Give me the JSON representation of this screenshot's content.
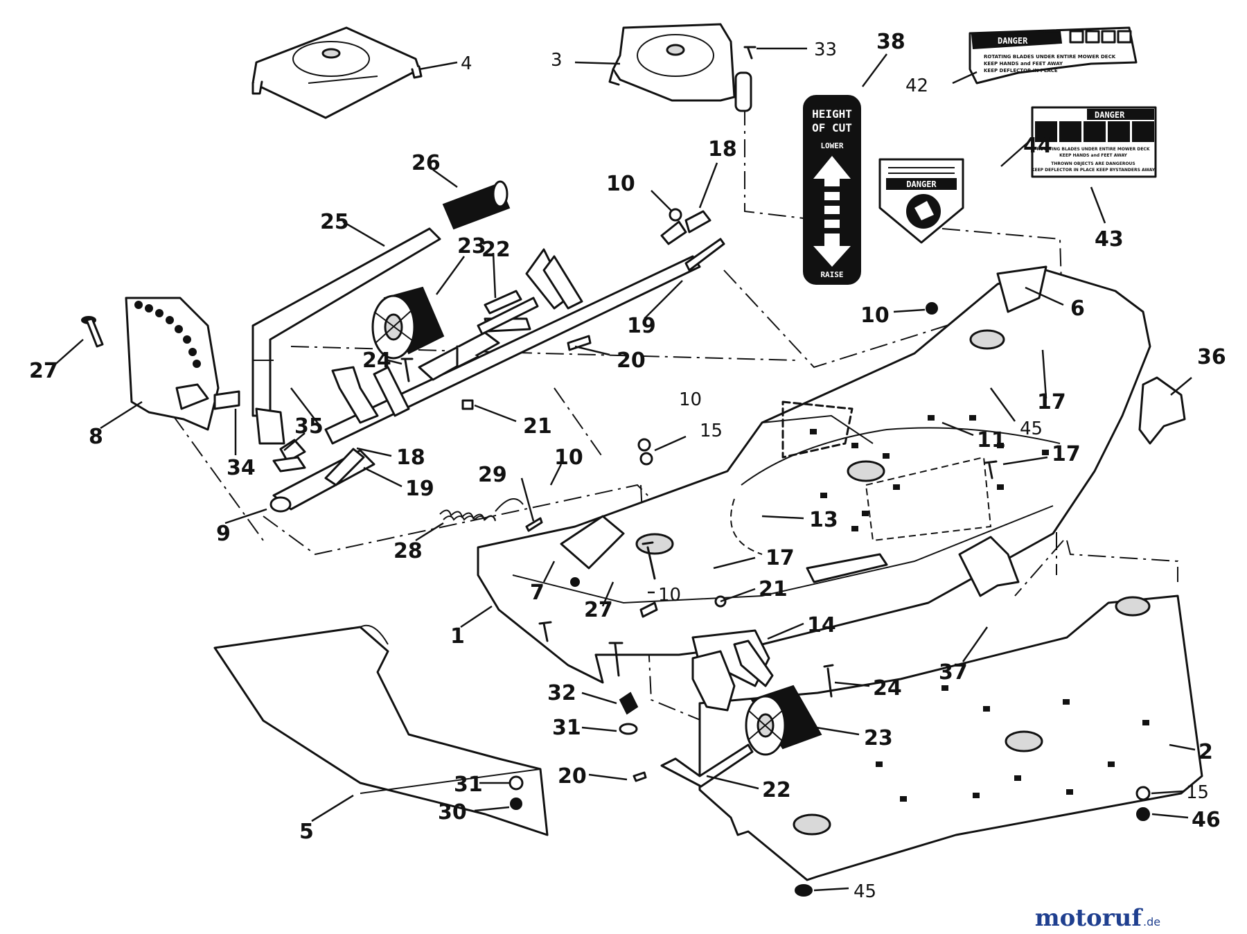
{
  "callouts": [
    {
      "id": "c4",
      "text": "4"
    },
    {
      "id": "c3",
      "text": "3"
    },
    {
      "id": "c33",
      "text": "33"
    },
    {
      "id": "c38",
      "text": "38"
    },
    {
      "id": "c42",
      "text": "42"
    },
    {
      "id": "c26",
      "text": "26"
    },
    {
      "id": "c18a",
      "text": "18"
    },
    {
      "id": "c10a",
      "text": "10"
    },
    {
      "id": "c44",
      "text": "44"
    },
    {
      "id": "c43",
      "text": "43"
    },
    {
      "id": "c25",
      "text": "25"
    },
    {
      "id": "c23a",
      "text": "23"
    },
    {
      "id": "c22a",
      "text": "22"
    },
    {
      "id": "c19a",
      "text": "19"
    },
    {
      "id": "c10b",
      "text": "10"
    },
    {
      "id": "c6",
      "text": "6"
    },
    {
      "id": "c27a",
      "text": "27"
    },
    {
      "id": "c24a",
      "text": "24"
    },
    {
      "id": "c20a",
      "text": "20"
    },
    {
      "id": "c36",
      "text": "36"
    },
    {
      "id": "c17a",
      "text": "17"
    },
    {
      "id": "c10c",
      "text": "10"
    },
    {
      "id": "c8",
      "text": "8"
    },
    {
      "id": "c21a",
      "text": "21"
    },
    {
      "id": "c45a",
      "text": "45"
    },
    {
      "id": "c15a",
      "text": "15"
    },
    {
      "id": "c34",
      "text": "34"
    },
    {
      "id": "c35",
      "text": "35"
    },
    {
      "id": "c11",
      "text": "11"
    },
    {
      "id": "c18b",
      "text": "18"
    },
    {
      "id": "c17b",
      "text": "17"
    },
    {
      "id": "c29",
      "text": "29"
    },
    {
      "id": "c10d",
      "text": "10"
    },
    {
      "id": "c19b",
      "text": "19"
    },
    {
      "id": "c9",
      "text": "9"
    },
    {
      "id": "c13",
      "text": "13"
    },
    {
      "id": "c28",
      "text": "28"
    },
    {
      "id": "c17c",
      "text": "17"
    },
    {
      "id": "c7",
      "text": "7"
    },
    {
      "id": "c21b",
      "text": "21"
    },
    {
      "id": "c27b",
      "text": "27"
    },
    {
      "id": "c10e",
      "text": "10"
    },
    {
      "id": "c1",
      "text": "1"
    },
    {
      "id": "c14",
      "text": "14"
    },
    {
      "id": "c32",
      "text": "32"
    },
    {
      "id": "c24b",
      "text": "24"
    },
    {
      "id": "c37",
      "text": "37"
    },
    {
      "id": "c31a",
      "text": "31"
    },
    {
      "id": "c23b",
      "text": "23"
    },
    {
      "id": "c2",
      "text": "2"
    },
    {
      "id": "c20b",
      "text": "20"
    },
    {
      "id": "c22b",
      "text": "22"
    },
    {
      "id": "c31b",
      "text": "31"
    },
    {
      "id": "c30",
      "text": "30"
    },
    {
      "id": "c15b",
      "text": "15"
    },
    {
      "id": "c5",
      "text": "5"
    },
    {
      "id": "c46",
      "text": "46"
    },
    {
      "id": "c45b",
      "text": "45"
    }
  ],
  "decals": {
    "height_of_cut": {
      "line1": "HEIGHT",
      "line2": "OF CUT",
      "lower": "LOWER",
      "raise": "RAISE"
    },
    "danger_42": {
      "header": "DANGER",
      "line1": "ROTATING BLADES UNDER ENTIRE MOWER DECK",
      "line2": "KEEP HANDS and FEET AWAY",
      "line3": "KEEP DEFLECTOR IN PLACE"
    },
    "danger_43": {
      "header": "DANGER",
      "line1": "ROTATING BLADES UNDER ENTIRE MOWER DECK",
      "line2": "KEEP HANDS and FEET AWAY",
      "line3": "THROWN OBJECTS ARE DANGEROUS",
      "line4": "KEEP DEFLECTOR IN PLACE  KEEP BYSTANDERS AWAY"
    },
    "danger_44": {
      "header": "DANGER"
    }
  },
  "watermark": {
    "brand": "motoruf",
    "suffix": ".de"
  },
  "colors": {
    "ink": "#111111",
    "paper": "#ffffff",
    "watermark": "#1f3f8f"
  }
}
